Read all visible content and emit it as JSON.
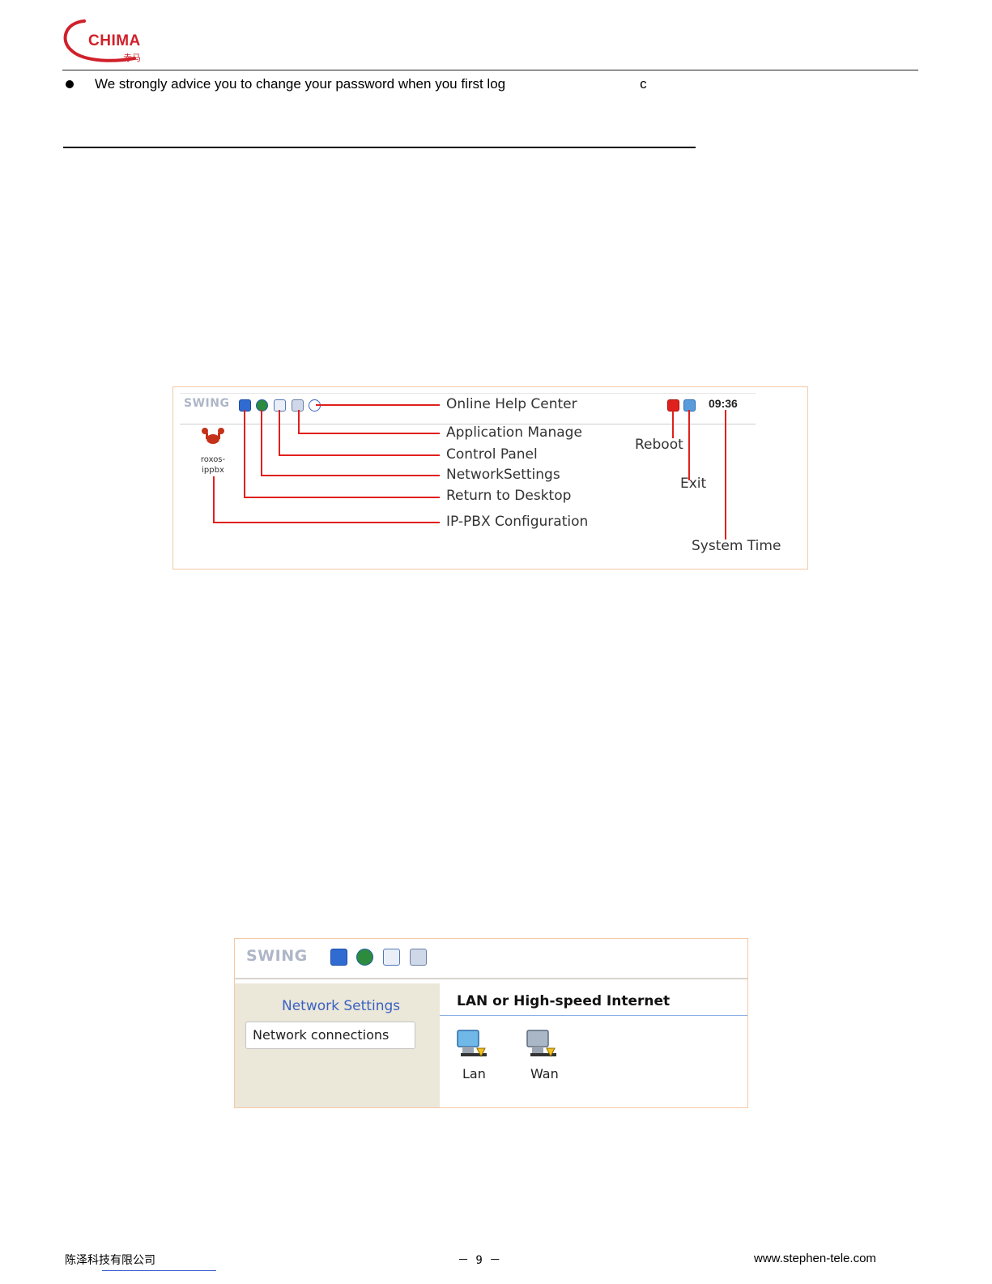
{
  "header": {
    "logo_text": "CHIMA",
    "logo_cn": "赤马"
  },
  "bullet": {
    "text": "We strongly advice you to change your password when you first log",
    "trailing": "c"
  },
  "figure1": {
    "app_name": "SWING",
    "desktop_icon_label_1": "roxos-",
    "desktop_icon_label_2": "ippbx",
    "labels": {
      "online_help": "Online Help Center",
      "application_manage": "Application Manage",
      "control_panel": "Control Panel",
      "network_settings": "NetworkSettings",
      "return_desktop": "Return to Desktop",
      "ippbx_config": "IP-PBX Configuration",
      "reboot": "Reboot",
      "exit": "Exit",
      "system_time": "System Time"
    },
    "time": "09:36",
    "colors": {
      "callout": "#e0201c",
      "frame": "#f5c9a4"
    },
    "icons": [
      "desktop-icon",
      "globe-icon",
      "control-panel-icon",
      "app-manage-icon",
      "help-icon",
      "reboot-icon",
      "exit-icon"
    ]
  },
  "figure2": {
    "app_name": "SWING",
    "sidebar_title": "Network Settings",
    "sidebar_item": "Network connections",
    "main_heading": "LAN or High-speed Internet",
    "connections": [
      "Lan",
      "Wan"
    ]
  },
  "footer": {
    "company": "陈泽科技有限公司",
    "page": "－ 9 －",
    "url": "www.stephen-tele.com"
  }
}
